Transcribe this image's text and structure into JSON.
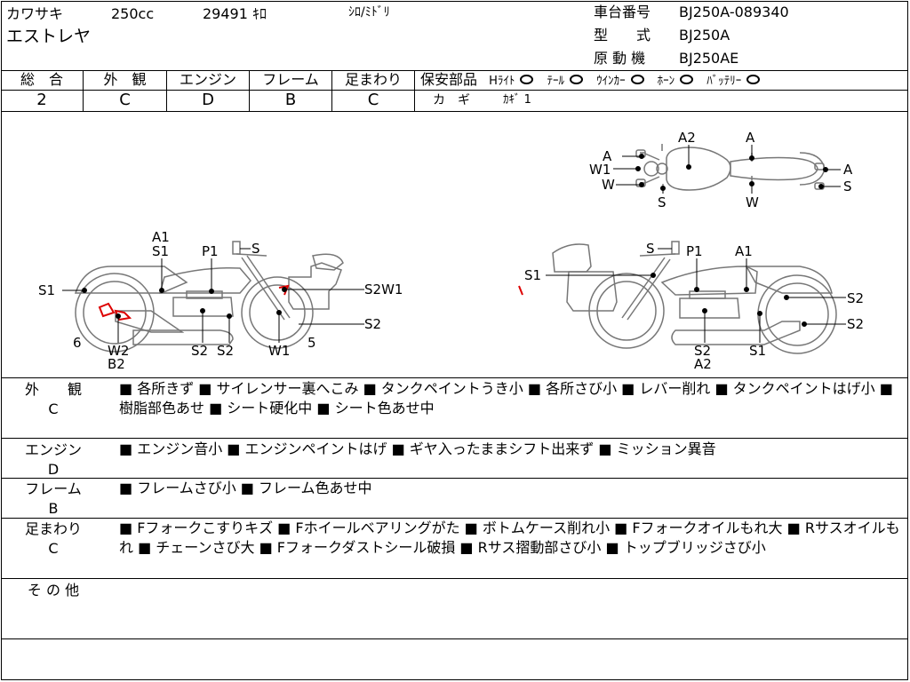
{
  "header": {
    "maker": "カワサキ",
    "displacement": "250cc",
    "mileage": "29491 ｷﾛ",
    "color": "ｼﾛ/ﾐﾄﾞﾘ",
    "model_name": "エストレヤ",
    "chassis_label": "車台番号",
    "chassis_value": "BJ250A-089340",
    "type_label": "型　　式",
    "type_value": "BJ250A",
    "engine_label": "原 動 機",
    "engine_value": "BJ250AE"
  },
  "grades": [
    {
      "label": "総　合",
      "value": "2"
    },
    {
      "label": "外　観",
      "value": "C"
    },
    {
      "label": "エンジン",
      "value": "D"
    },
    {
      "label": "フレーム",
      "value": "B"
    },
    {
      "label": "足まわり",
      "value": "C"
    }
  ],
  "safety": {
    "label": "保安部品",
    "items": [
      "Hﾗｲﾄ",
      "ﾃｰﾙ",
      "ｳｲﾝｶｰ",
      "ﾎｰﾝ",
      "ﾊﾞｯﾃﾘｰ"
    ],
    "key_label": "カ　ギ",
    "key_value": "ｶｷﾞ 1"
  },
  "diagram": {
    "top_labels": {
      "a2": "A2",
      "a_top": "A",
      "a_left": "A",
      "w1": "W1",
      "w_left": "W",
      "s_bottom": "S",
      "w_bottom": "W",
      "a_right": "A",
      "s_right": "S"
    },
    "left_labels": {
      "a1": "A1",
      "s1_top": "S1",
      "p1": "P1",
      "s_top": "S",
      "s1_left": "S1",
      "s2w1": "S2W1",
      "s2_right": "S2",
      "num6": "6",
      "w2": "W2",
      "b2": "B2",
      "s2a": "S2",
      "s2b": "S2",
      "w1": "W1",
      "num5": "5"
    },
    "right_labels": {
      "s_top": "S",
      "p1": "P1",
      "a1": "A1",
      "s1_left": "S1",
      "s2_a": "S2",
      "s2_b": "S2",
      "s2_bottom": "S2",
      "a2_bottom": "A2",
      "s1_bottom": "S1"
    }
  },
  "sections": [
    {
      "label": "外　　観",
      "grade": "C",
      "text": "■ 各所きず ■ サイレンサー裏へこみ ■ タンクペイントうき小 ■ 各所さび小 ■ レバー削れ ■ タンクペイントはげ小 ■ 樹脂部色あせ ■ シート硬化中 ■ シート色あせ中"
    },
    {
      "label": "エンジン",
      "grade": "D",
      "text": "■ エンジン音小 ■ エンジンペイントはげ ■ ギヤ入ったままシフト出来ず ■ ミッション異音"
    },
    {
      "label": "フレーム",
      "grade": "B",
      "text": "■ フレームさび小 ■ フレーム色あせ中"
    },
    {
      "label": "足まわり",
      "grade": "C",
      "text": "■ Fフォークこすりキズ ■ Fホイールベアリングがた ■ ボトムケース削れ小 ■ Fフォークオイルもれ大 ■ Rサスオイルもれ ■ チェーンさび大 ■ Fフォークダストシール破損 ■ Rサス摺動部さび小 ■ トップブリッジさび小"
    },
    {
      "label": "そ の 他",
      "grade": "",
      "text": ""
    }
  ]
}
